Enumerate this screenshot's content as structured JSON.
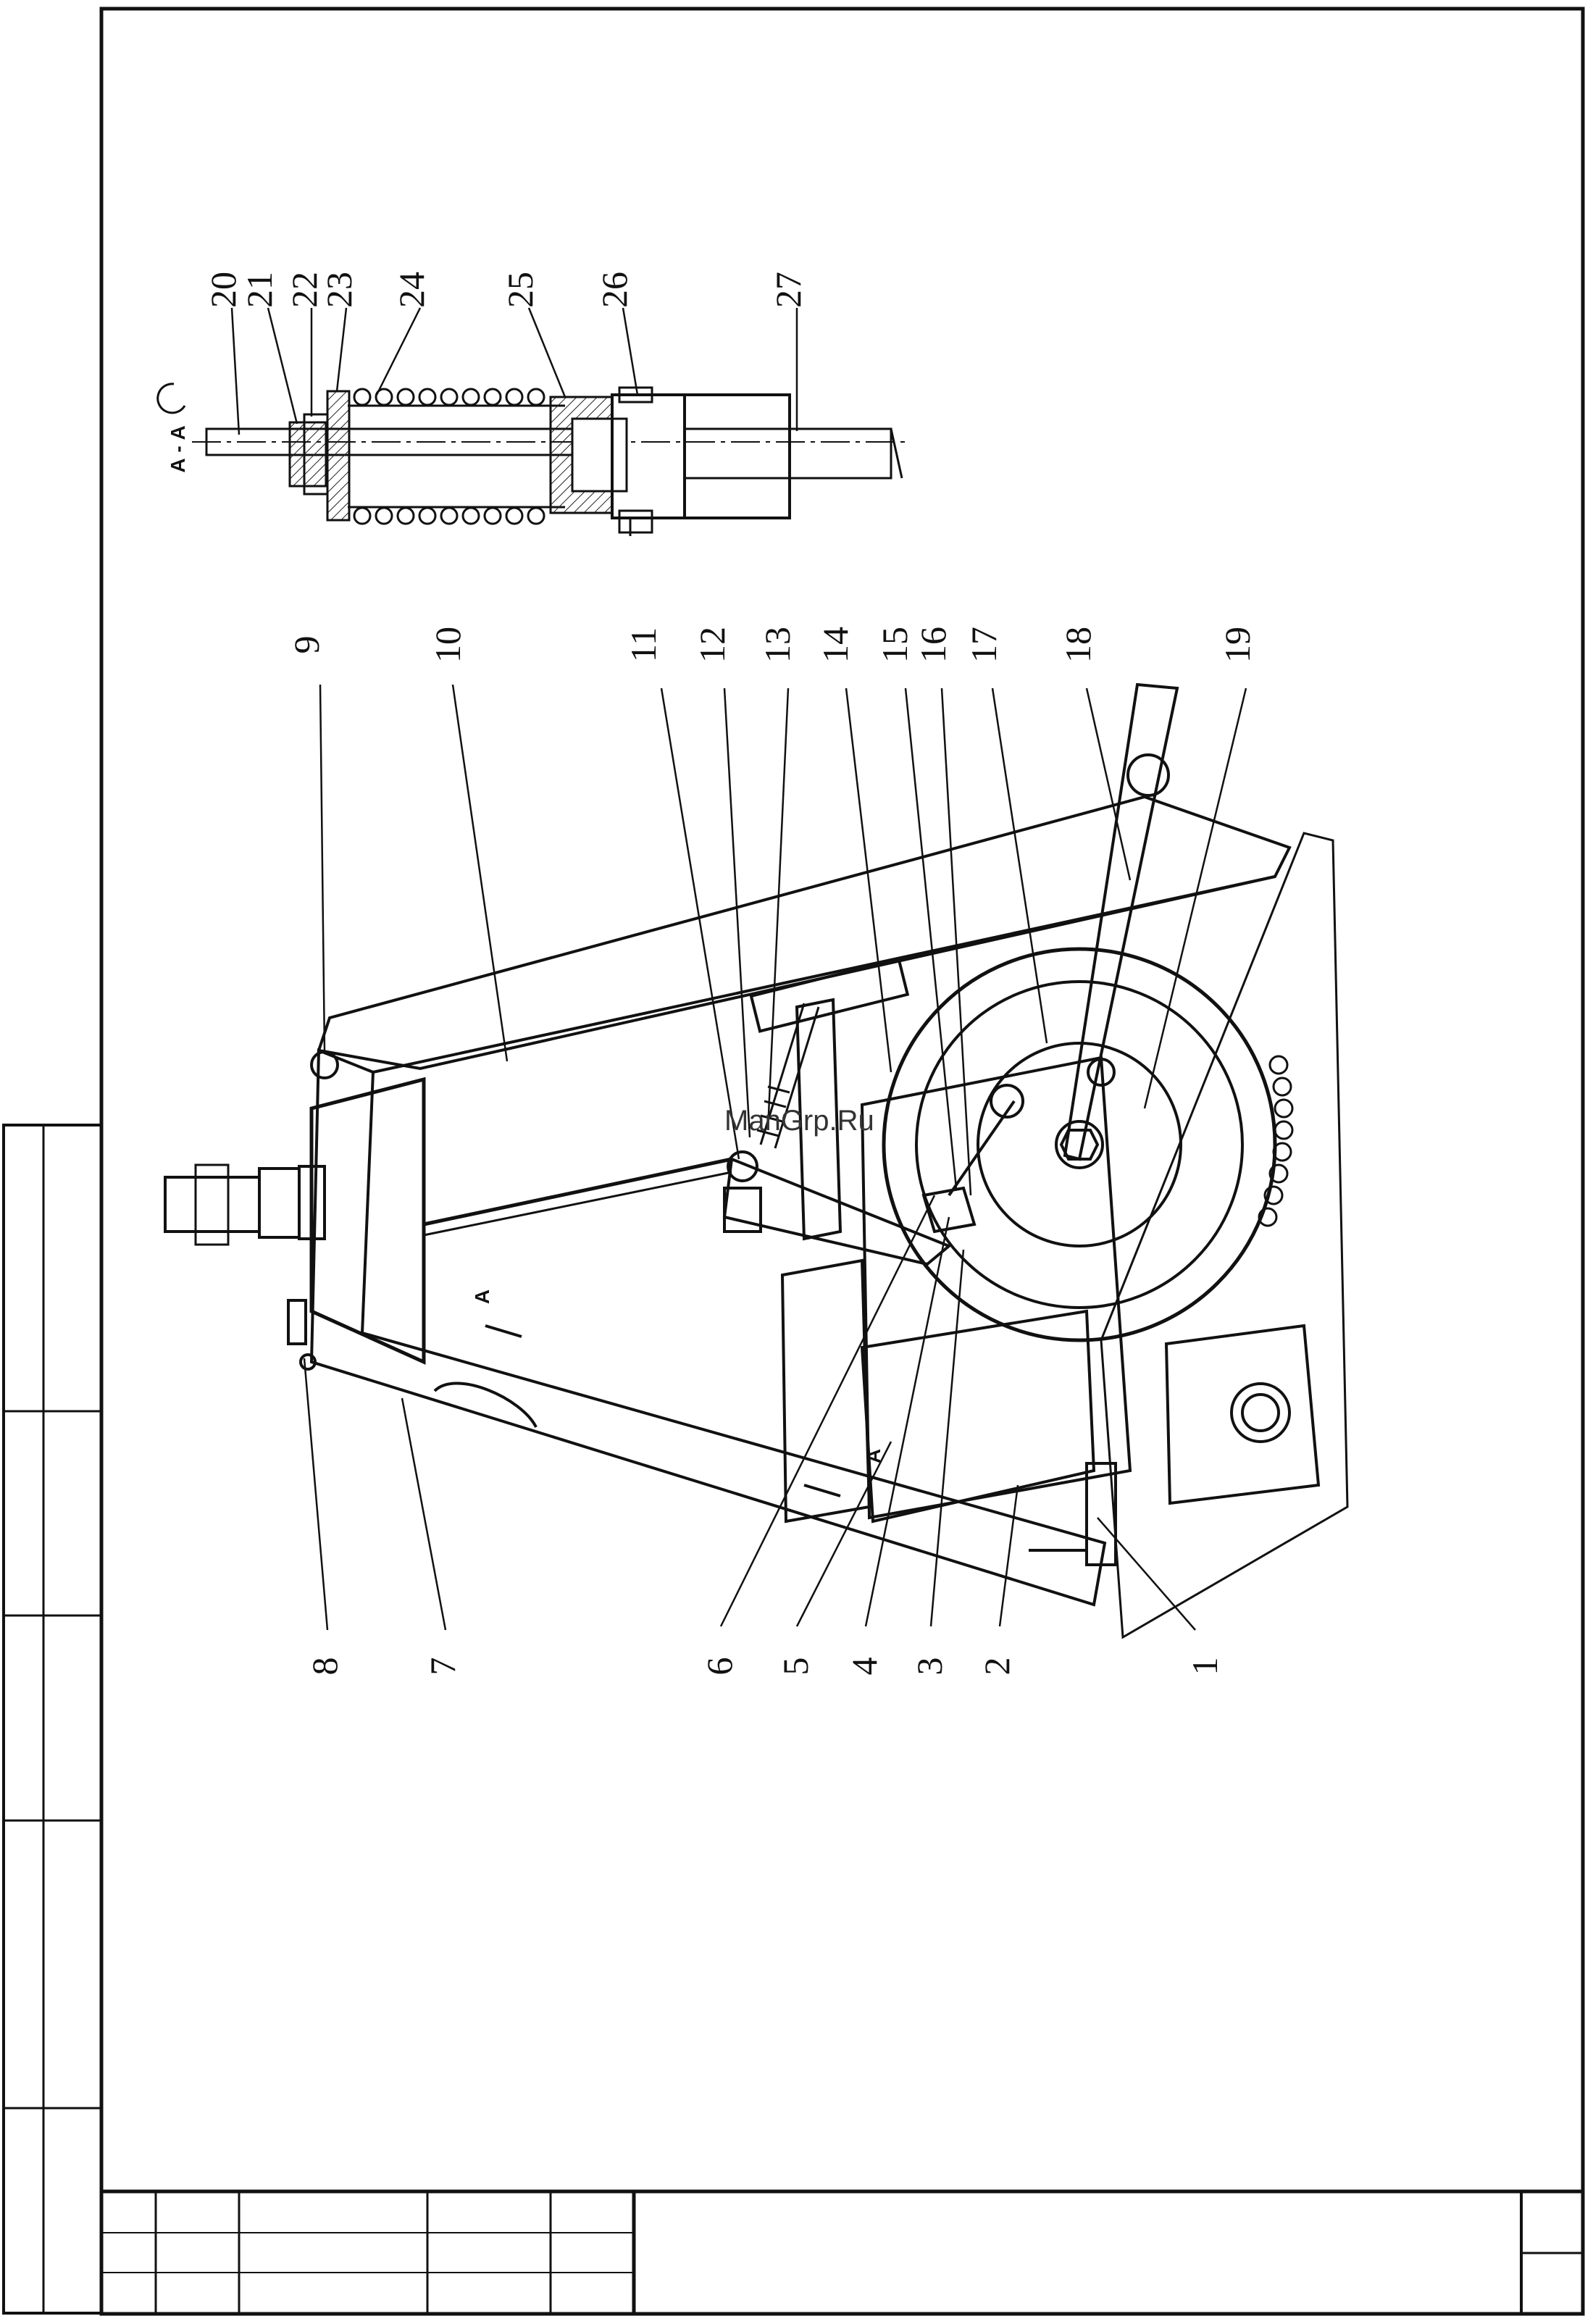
{
  "labels": {
    "n1": "1",
    "n2": "2",
    "n3": "3",
    "n4": "4",
    "n5": "5",
    "n6": "6",
    "n7": "7",
    "n8": "8",
    "n9": "9",
    "n10": "10",
    "n11": "11",
    "n12": "12",
    "n13": "13",
    "n14": "14",
    "n15": "15",
    "n16": "16",
    "n17": "17",
    "n18": "18",
    "n19": "19",
    "n20": "20",
    "n21": "21",
    "n22": "22",
    "n23": "23",
    "n24": "24",
    "n25": "25",
    "n26": "26",
    "n27": "27"
  },
  "section": {
    "title": "А - А",
    "marker": "А"
  },
  "watermark": "ManGrp.Ru"
}
